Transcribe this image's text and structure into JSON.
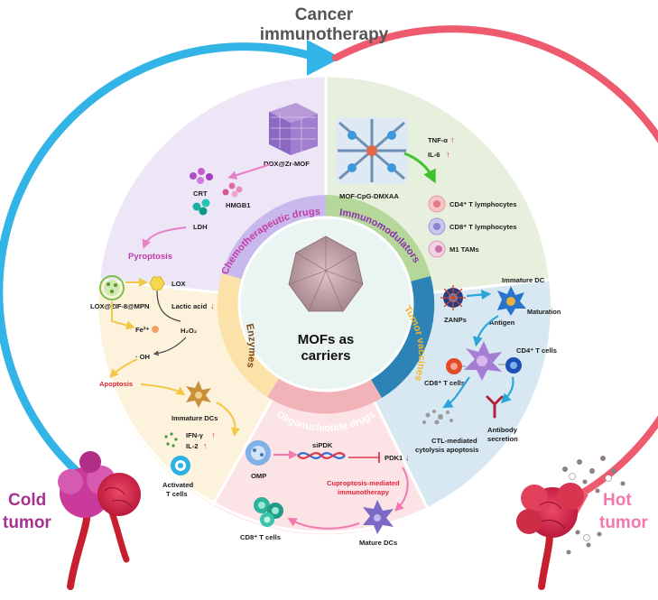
{
  "header": {
    "title_line1": "Cancer",
    "title_line2": "immunotherapy"
  },
  "side_labels": {
    "cold_line1": "Cold",
    "cold_line2": "tumor",
    "hot_line1": "Hot",
    "hot_line2": "tumor"
  },
  "center": {
    "line1": "MOFs as",
    "line2": "carriers"
  },
  "sectors": {
    "chemo": {
      "arc_label": "Chemotherapeutic drugs",
      "mof": "DOX@Zr-MOF",
      "crt": "CRT",
      "hmgb1": "HMGB1",
      "ldh": "LDH",
      "outcome": "Pyroptosis"
    },
    "immunomod": {
      "arc_label": "Immunomodulators",
      "mof": "MOF-CpG-DMXAA",
      "tnf": "TNF-α",
      "il6": "IL-6",
      "cells": [
        "CD4⁺ T lymphocytes",
        "CD8⁺ T lymphocytes",
        "M1 TAMs"
      ]
    },
    "vaccine": {
      "arc_label": "Tumor vaccines",
      "zanps": "ZANPs",
      "immature_dc": "Immature DC",
      "antigen": "Antigen",
      "maturation": "Maturation",
      "cd4": "CD4⁺ T cells",
      "cd8": "CD8⁺ T cells",
      "antibody_line1": "Antibody",
      "antibody_line2": "secretion",
      "ctl_line1": "CTL-mediated",
      "ctl_line2": "cytolysis apoptosis"
    },
    "oligo": {
      "arc_label": "Oligonucleotide drugs",
      "omp": "OMP",
      "sipdk": "siPDK",
      "pdk1": "PDK1",
      "cupro_line1": "Cuproptosis-mediated",
      "cupro_line2": "immunotherapy",
      "mature_dcs": "Mature DCs",
      "cd8": "CD8⁺ T cells"
    },
    "enzymes": {
      "arc_label": "Enzymes",
      "mof": "LOX@ZIF-8@MPN",
      "lox": "LOX",
      "lactic": "Lactic acid",
      "fe": "Fe²⁺",
      "h2o2": "H₂O₂",
      "oh": "· OH",
      "apoptosis": "Apoptosis",
      "immature_dcs": "Immature DCs",
      "ifn": "IFN-γ",
      "il2": "IL-2",
      "activated_line1": "Activated",
      "activated_line2": "T cells"
    }
  },
  "colors": {
    "chemo_bg": "#ece6f7",
    "chemo_ring": "#c8b8ec",
    "immunomod_bg": "#e6f0dc",
    "immunomod_ring": "#b6d79a",
    "vaccine_bg": "#d8e8f3",
    "vaccine_ring": "#2d83b5",
    "oligo_bg": "#fbe3e6",
    "oligo_ring": "#f2b3b8",
    "enzyme_bg": "#fdf3dc",
    "enzyme_ring": "#fbe2a8",
    "arrow_blue": "#32b4e6",
    "arrow_red": "#ef5b6e",
    "cold": "#a5338f",
    "hot": "#f07ab0"
  }
}
